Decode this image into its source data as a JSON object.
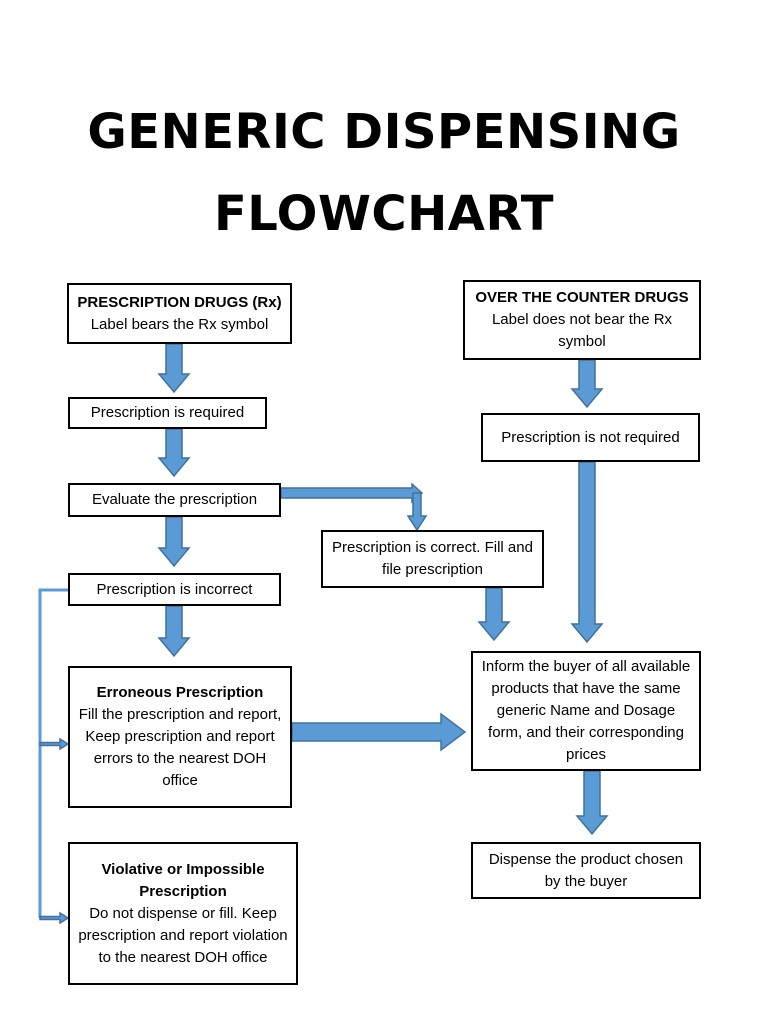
{
  "title": {
    "line1": "GENERIC DISPENSING",
    "line2": "FLOWCHART"
  },
  "colors": {
    "arrow_fill": "#5b9bd5",
    "arrow_stroke": "#41719c",
    "box_border": "#000000"
  },
  "left": {
    "rx_box": {
      "heading": "PRESCRIPTION DRUGS (Rx)",
      "text": "Label bears the Rx symbol"
    },
    "required": "Prescription is required",
    "evaluate": "Evaluate the prescription",
    "incorrect": "Prescription is incorrect",
    "erroneous": {
      "heading": "Erroneous Prescription",
      "lines": [
        "Fill the prescription and report,",
        "Keep prescription and report errors to the nearest DOH office"
      ]
    },
    "violative": {
      "heading": "Violative or Impossible Prescription",
      "text": "Do not dispense or fill. Keep prescription and report violation to the nearest DOH office"
    }
  },
  "middle": {
    "correct": "Prescription is correct. Fill and file prescription"
  },
  "right": {
    "otc_box": {
      "heading": "OVER THE COUNTER DRUGS",
      "text": "Label does not bear the Rx symbol"
    },
    "not_required": "Prescription is not required",
    "inform": "Inform the buyer of all available products that have the same generic Name and Dosage form, and their corresponding prices",
    "dispense": "Dispense the product chosen by the buyer"
  }
}
